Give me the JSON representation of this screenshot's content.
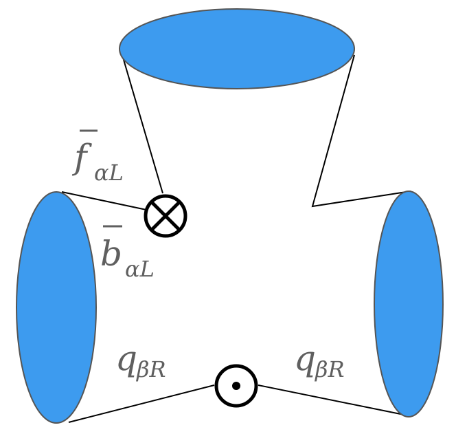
{
  "colors": {
    "tube_fill": "#3d9bef",
    "tube_stroke": "#555555",
    "line": "#000000",
    "label": "#5f5f5f",
    "background": "#ffffff"
  },
  "labels": {
    "f_alpha_L": {
      "base": "f",
      "sub": "αL",
      "overbar": true
    },
    "b_alpha_L": {
      "base": "b",
      "sub": "αL",
      "overbar": true
    },
    "q_beta_R_left": {
      "base": "q",
      "sub": "βR"
    },
    "q_beta_R_right": {
      "base": "q",
      "sub": "βR"
    }
  },
  "vertices": {
    "top_left": {
      "symbol": "otimes"
    },
    "bottom": {
      "symbol": "odot"
    }
  }
}
